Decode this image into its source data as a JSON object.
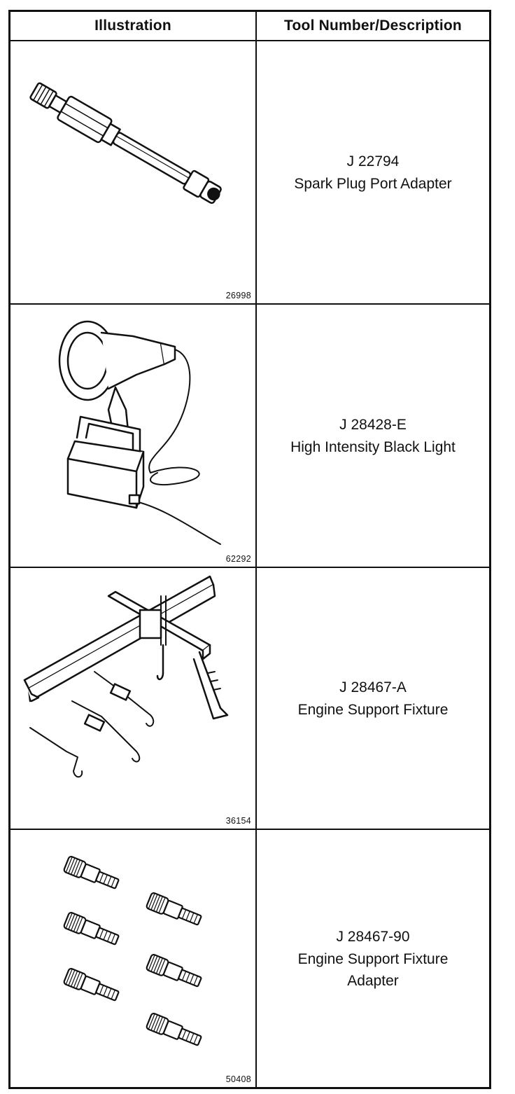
{
  "header": {
    "illustration": "Illustration",
    "tool": "Tool Number/Description"
  },
  "rows": [
    {
      "figure_number": "26998",
      "tool_number": "J 22794",
      "description_lines": [
        "Spark Plug Port Adapter"
      ],
      "icon": "spark-plug-port-adapter"
    },
    {
      "figure_number": "62292",
      "tool_number": "J 28428-E",
      "description_lines": [
        "High Intensity Black Light"
      ],
      "icon": "black-light"
    },
    {
      "figure_number": "36154",
      "tool_number": "J 28467-A",
      "description_lines": [
        "Engine Support Fixture"
      ],
      "icon": "engine-support-fixture"
    },
    {
      "figure_number": "50408",
      "tool_number": "J 28467-90",
      "description_lines": [
        "Engine Support Fixture",
        "Adapter"
      ],
      "icon": "fixture-adapters"
    }
  ]
}
